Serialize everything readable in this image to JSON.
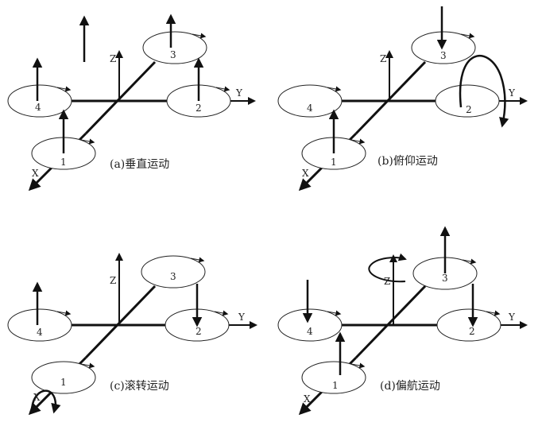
{
  "panels": [
    {
      "id": "a",
      "caption": "(a)垂直运动",
      "axis_labels": {
        "x": "X",
        "y": "Y",
        "z": "Z"
      },
      "rotor_labels": [
        "1",
        "2",
        "3",
        "4"
      ]
    },
    {
      "id": "b",
      "caption": "(b)俯仰运动",
      "axis_labels": {
        "x": "X",
        "y": "Y",
        "z": "Z"
      },
      "rotor_labels": [
        "1",
        "2",
        "3",
        "4"
      ]
    },
    {
      "id": "c",
      "caption": "(c)滚转运动",
      "axis_labels": {
        "x": "X",
        "y": "Y",
        "z": "Z"
      },
      "rotor_labels": [
        "1",
        "2",
        "3",
        "4"
      ]
    },
    {
      "id": "d",
      "caption": "(d)偏航运动",
      "axis_labels": {
        "x": "X",
        "y": "Y",
        "z": "Z"
      },
      "rotor_labels": [
        "1",
        "2",
        "3",
        "4"
      ]
    }
  ]
}
